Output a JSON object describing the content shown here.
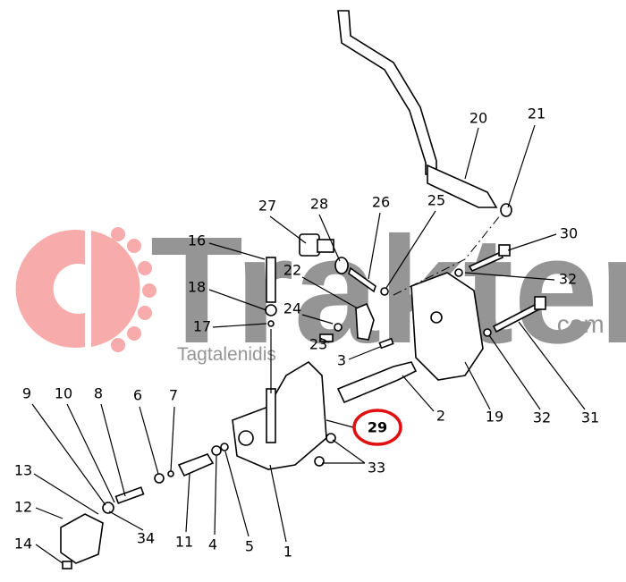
{
  "watermark": {
    "brand": "Trakter",
    "domain": ".com",
    "owner": "Tagtalenidis",
    "logo_color": "#f7a3a3",
    "text_color": "#8a8a8a"
  },
  "highlight": {
    "label": "29",
    "color": "#e01010"
  },
  "labels": [
    "20",
    "21",
    "27",
    "28",
    "26",
    "25",
    "30",
    "32",
    "16",
    "22",
    "18",
    "24",
    "17",
    "23",
    "3",
    "2",
    "19",
    "32",
    "31",
    "33",
    "9",
    "10",
    "8",
    "6",
    "7",
    "13",
    "12",
    "14",
    "34",
    "11",
    "4",
    "5",
    "1"
  ]
}
